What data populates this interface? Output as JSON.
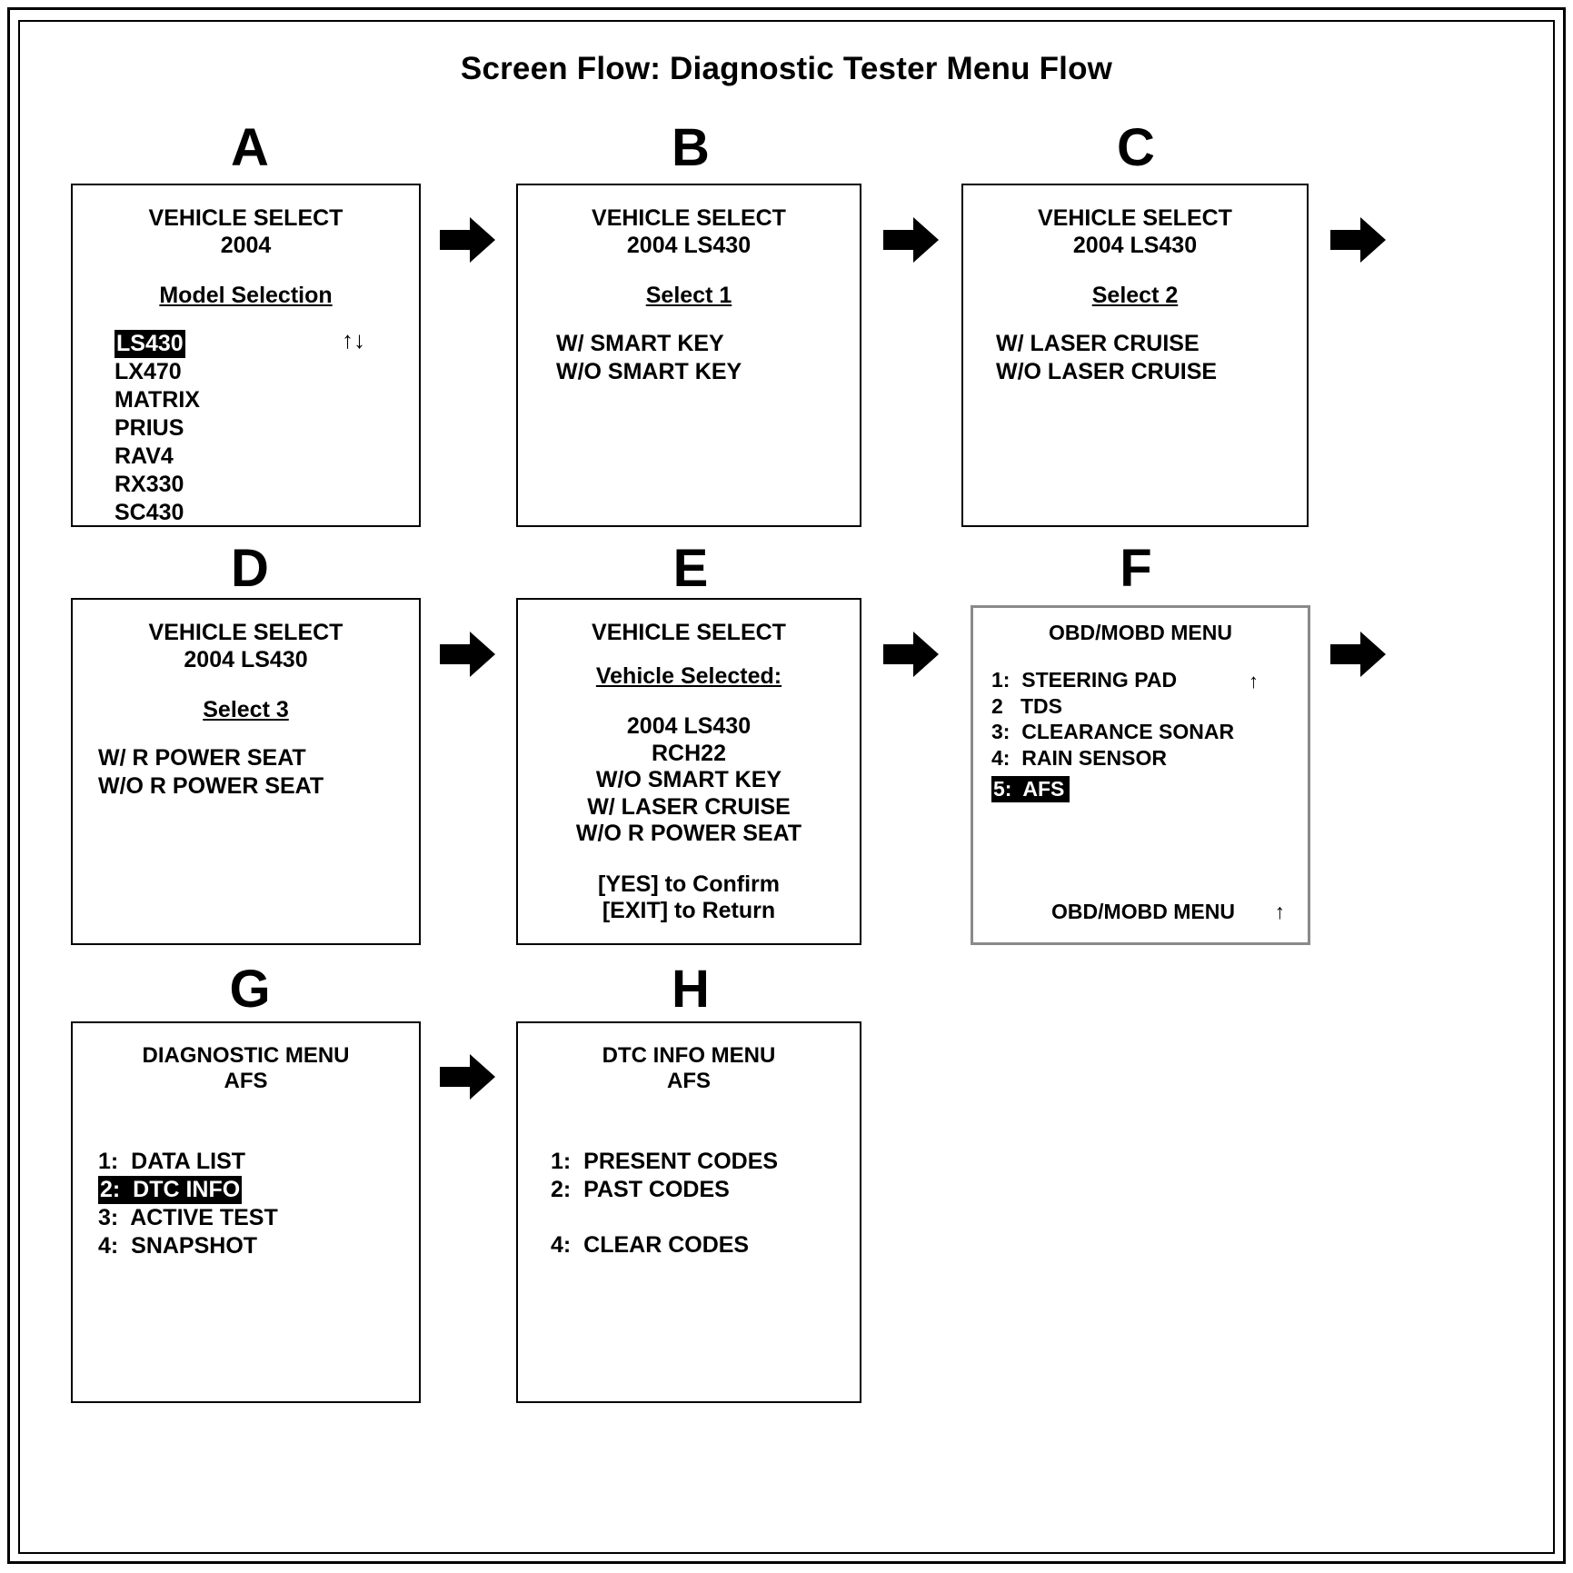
{
  "figure": {
    "title": "Screen Flow:  Diagnostic Tester Menu Flow"
  },
  "panels": [
    {
      "letter": "A",
      "name": "vehicle-select-model",
      "header_line1": "VEHICLE SELECT",
      "header_line2": "2004",
      "subtitle": "Model Selection",
      "scroll_indicator": "↑↓",
      "items": [
        {
          "text": "LS430",
          "highlighted": true
        },
        {
          "text": "LX470",
          "highlighted": false
        },
        {
          "text": "MATRIX",
          "highlighted": false
        },
        {
          "text": "PRIUS",
          "highlighted": false
        },
        {
          "text": "RAV4",
          "highlighted": false
        },
        {
          "text": "RX330",
          "highlighted": false
        },
        {
          "text": "SC430",
          "highlighted": false
        }
      ]
    },
    {
      "letter": "B",
      "name": "vehicle-select-1",
      "header_line1": "VEHICLE SELECT",
      "header_line2": "2004 LS430",
      "subtitle": "Select 1",
      "items": [
        {
          "text": "W/ SMART KEY",
          "highlighted": false
        },
        {
          "text": "W/O SMART KEY",
          "highlighted": false
        }
      ]
    },
    {
      "letter": "C",
      "name": "vehicle-select-2",
      "header_line1": "VEHICLE SELECT",
      "header_line2": "2004 LS430",
      "subtitle": "Select 2",
      "items": [
        {
          "text": "W/ LASER CRUISE",
          "highlighted": false
        },
        {
          "text": "W/O LASER CRUISE",
          "highlighted": false
        }
      ]
    },
    {
      "letter": "D",
      "name": "vehicle-select-3",
      "header_line1": "VEHICLE SELECT",
      "header_line2": "2004 LS430",
      "subtitle": "Select 3",
      "items": [
        {
          "text": "W/ R POWER SEAT",
          "highlighted": false
        },
        {
          "text": "W/O R POWER SEAT",
          "highlighted": false
        }
      ]
    },
    {
      "letter": "E",
      "name": "vehicle-selected-confirm",
      "header_line1": "VEHICLE SELECT",
      "subtitle": "Vehicle Selected:",
      "summary": [
        "2004 LS430",
        "RCH22",
        "W/O SMART KEY",
        "W/ LASER CRUISE",
        "W/O R POWER SEAT"
      ],
      "prompts": [
        "[YES] to Confirm",
        "[EXIT] to Return"
      ]
    },
    {
      "letter": "F",
      "name": "obd-mobd-menu",
      "header_line1": "OBD/MOBD MENU",
      "scroll_indicator": "↑",
      "items": [
        {
          "num": "1:",
          "text": "STEERING PAD",
          "highlighted": false
        },
        {
          "num": "2",
          "text": "TDS",
          "highlighted": false
        },
        {
          "num": "3:",
          "text": "CLEARANCE SONAR",
          "highlighted": false
        },
        {
          "num": "4:",
          "text": "RAIN SENSOR",
          "highlighted": false
        },
        {
          "num": "5:",
          "text": "AFS",
          "highlighted": true
        }
      ],
      "footer_label": "OBD/MOBD MENU",
      "footer_indicator": "↑"
    },
    {
      "letter": "G",
      "name": "diagnostic-menu",
      "header_line1": "DIAGNOSTIC MENU",
      "header_line2": "AFS",
      "items": [
        {
          "num": "1:",
          "text": "DATA LIST",
          "highlighted": false
        },
        {
          "num": "2:",
          "text": "DTC INFO",
          "highlighted": true
        },
        {
          "num": "3:",
          "text": "ACTIVE TEST",
          "highlighted": false
        },
        {
          "num": "4:",
          "text": "SNAPSHOT",
          "highlighted": false
        }
      ]
    },
    {
      "letter": "H",
      "name": "dtc-info-menu",
      "header_line1": "DTC INFO MENU",
      "header_line2": "AFS",
      "items": [
        {
          "num": "1:",
          "text": "PRESENT CODES",
          "highlighted": false
        },
        {
          "num": "2:",
          "text": "PAST CODES",
          "highlighted": false
        },
        {
          "num": "4:",
          "text": "CLEAR CODES",
          "highlighted": false
        }
      ]
    }
  ],
  "colors": {
    "ink": "#000000",
    "panel_border": "#000000",
    "panel_border_gray": "#8a8a8a",
    "highlight_bg": "#000000",
    "highlight_fg": "#ffffff",
    "background": "#ffffff"
  }
}
